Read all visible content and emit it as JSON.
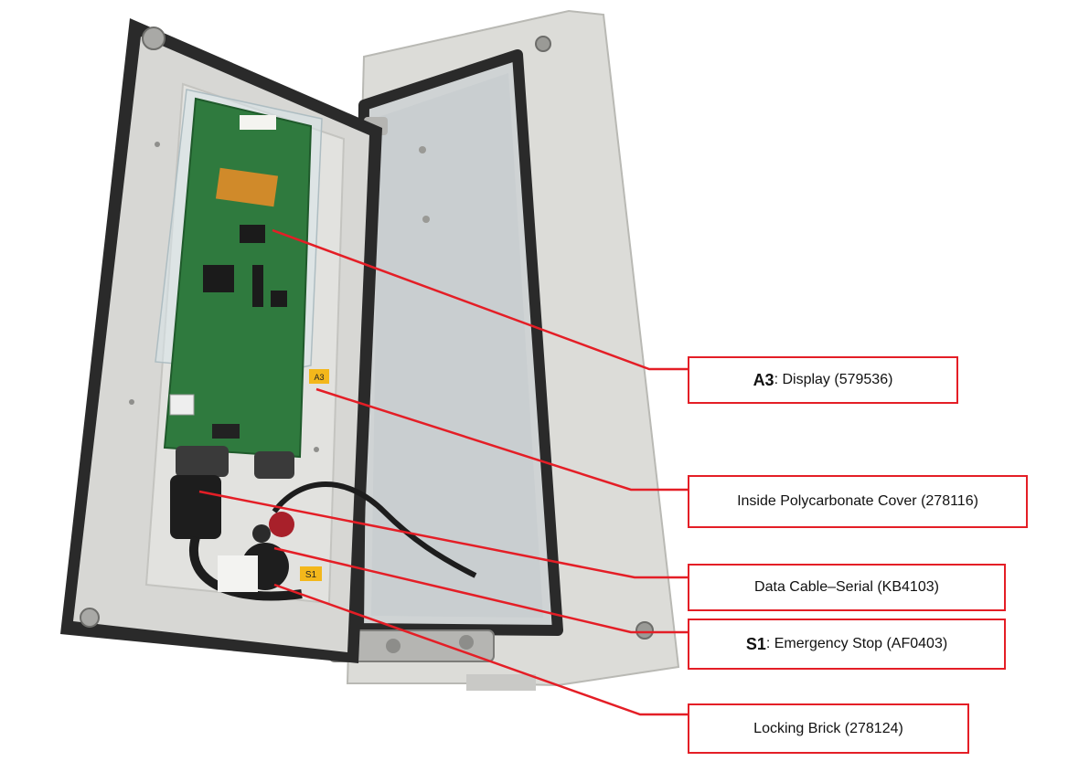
{
  "colors": {
    "leader": "#e41e26",
    "enclosure": "#d9d9d6",
    "gasket": "#2a2a2a",
    "pcb": "#2f7a3e",
    "label_tag": "#f3b71b"
  },
  "photo_labels": {
    "a3_tag": "A3",
    "s1_tag": "S1"
  },
  "callouts": [
    {
      "id": "display",
      "code": "A3",
      "text": ": Display (579536)"
    },
    {
      "id": "cover",
      "code": "",
      "text": "Inside Polycarbonate Cover (278116)"
    },
    {
      "id": "cable",
      "code": "",
      "text": "Data Cable–Serial (KB4103)"
    },
    {
      "id": "estop",
      "code": "S1",
      "text": ": Emergency Stop (AF0403)"
    },
    {
      "id": "brick",
      "code": "",
      "text": "Locking Brick (278124)"
    }
  ]
}
